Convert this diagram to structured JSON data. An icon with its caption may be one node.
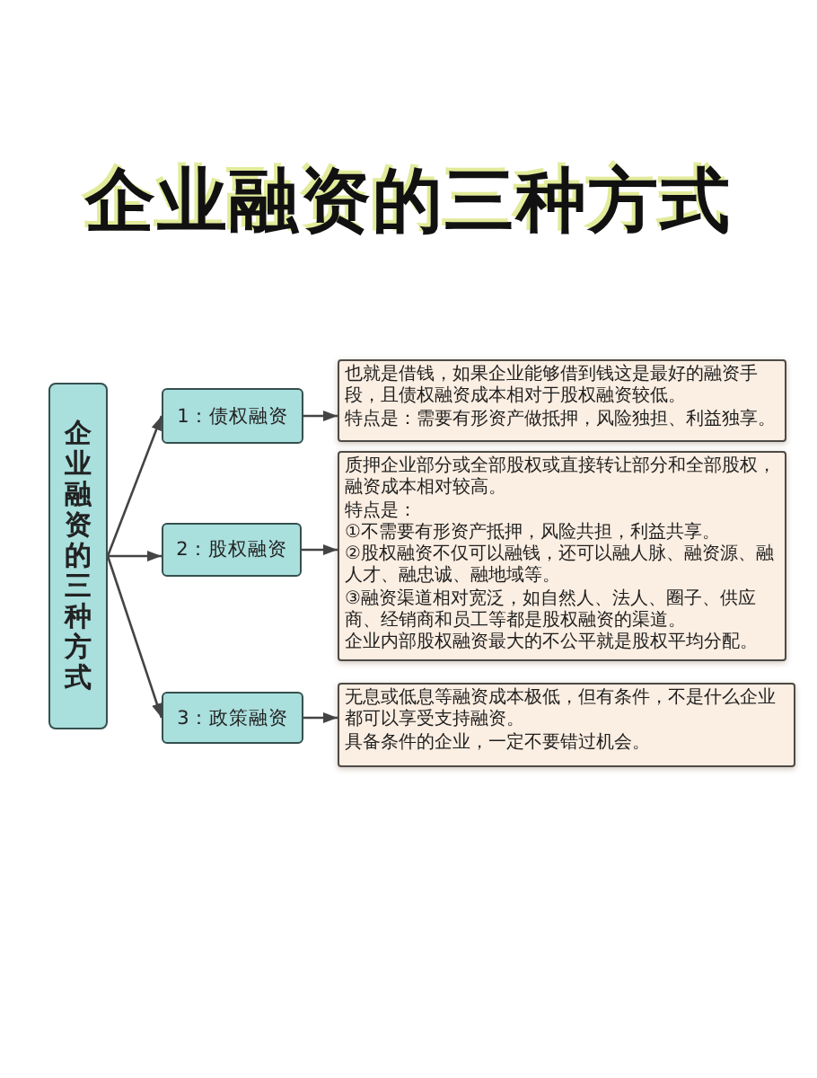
{
  "diagram": {
    "title": "企业融资的三种方式",
    "nodes": [
      {
        "text": [
          "企业融资的三种方式"
        ]
      },
      {
        "text": [
          "1：债权融资"
        ]
      },
      {
        "text": [
          "也就是借钱，如果企业能够借到钱这是最好的融资手段，且债权融资成本相对于股权融资较低。",
          "特点是：需要有形资产做抵押，风险独担、利益独享。"
        ]
      },
      {
        "text": [
          "2：股权融资"
        ]
      },
      {
        "text": [
          "质押企业部分或全部股权或直接转让部分和全部股权，融资成本相对较高。",
          "特点是：",
          "①不需要有形资产抵押，风险共担，利益共享。",
          "②股权融资不仅可以融钱，还可以融人脉、融资源、融人才、融忠诚、融地域等。",
          "③融资渠道相对宽泛，如自然人、法人、圈子、供应商、经销商和员工等都是股权融资的渠道。",
          "企业内部股权融资最大的不公平就是股权平均分配。"
        ]
      },
      {
        "text": [
          "3：政策融资"
        ]
      },
      {
        "text": [
          "无息或低息等融资成本极低，但有条件，不是什么企业都可以享受支持融资。",
          "具备条件的企业，一定不要错过机会。"
        ]
      }
    ],
    "edges": [
      {
        "from": 0,
        "to": 1,
        "arrow": "to"
      },
      {
        "from": 0,
        "to": 3,
        "arrow": "to"
      },
      {
        "from": 0,
        "to": 5,
        "arrow": "to"
      },
      {
        "from": 1,
        "to": 2,
        "arrow": "to"
      },
      {
        "from": 3,
        "to": 4,
        "arrow": "to"
      },
      {
        "from": 5,
        "to": 6,
        "arrow": "to"
      }
    ]
  }
}
